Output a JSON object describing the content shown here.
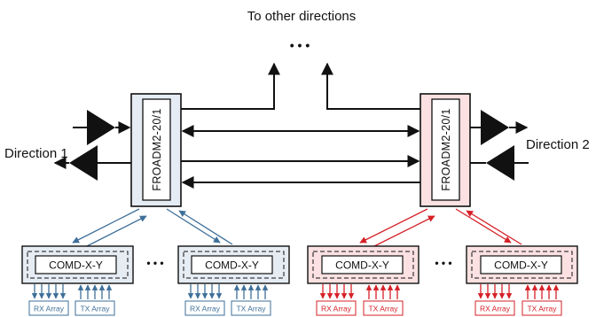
{
  "top_label": "To other directions",
  "top_dots": "• • •",
  "direction_1": "Direction 1",
  "direction_2": "Direction 2",
  "roadm_left": "FROADM2-20/1",
  "roadm_right": "FROADM2-20/1",
  "comd_blue_1": "COMD-X-Y",
  "comd_blue_2": "COMD-X-Y",
  "comd_red_1": "COMD-X-Y",
  "comd_red_2": "COMD-X-Y",
  "dots_blue": "• • •",
  "dots_red": "• • •",
  "rx_label": "RX Array",
  "tx_label": "TX Array",
  "colors": {
    "blue_stroke": "#3e6f99",
    "blue_fill": "#e6ecf4",
    "red_stroke": "#d62027",
    "red_fill": "#fbe1e1",
    "line": "#111111"
  }
}
